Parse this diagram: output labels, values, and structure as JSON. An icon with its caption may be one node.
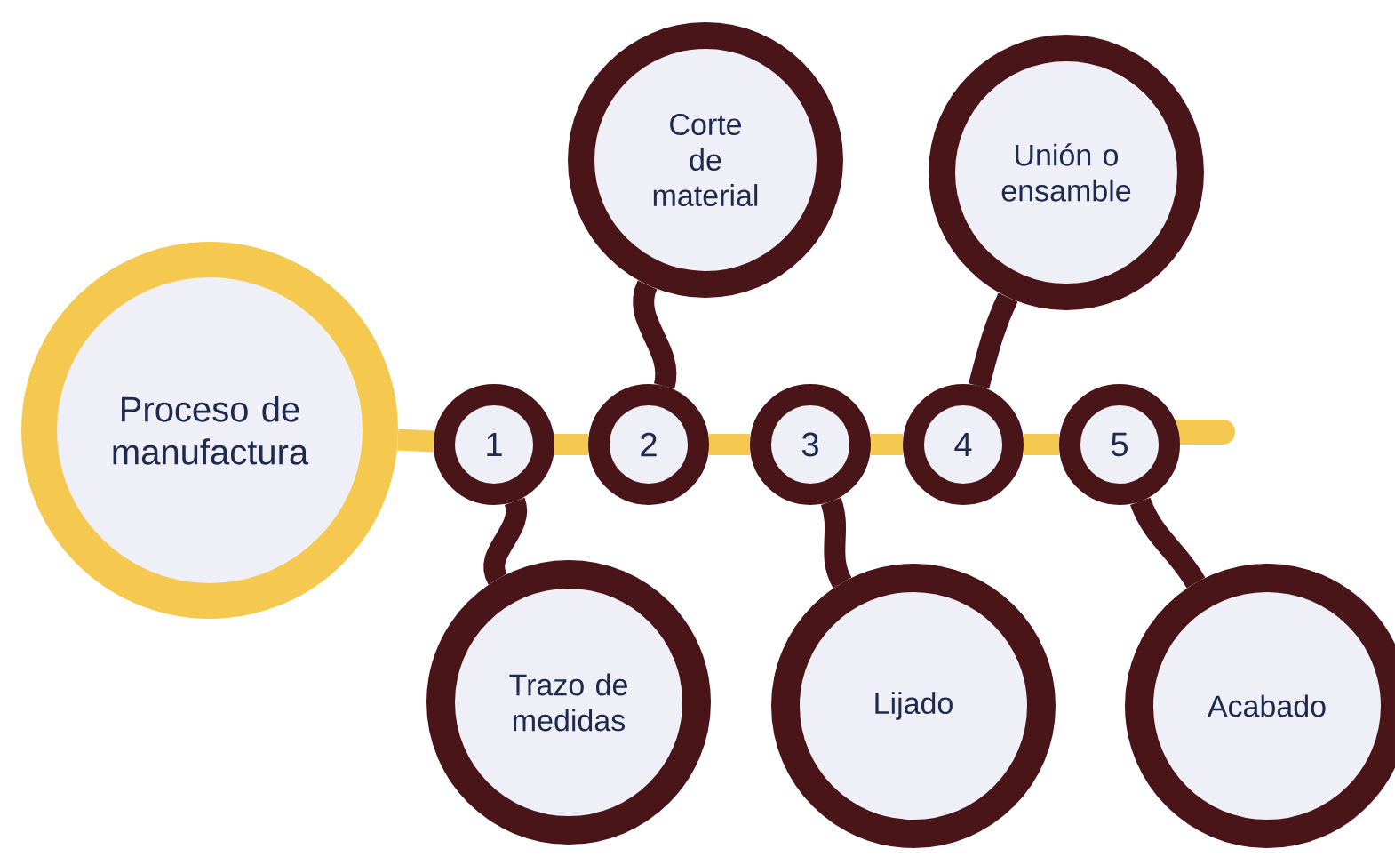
{
  "diagram": {
    "nodes": [
      {
        "text": [
          "Proceso de manufactura"
        ]
      },
      {
        "text": [
          "1"
        ]
      },
      {
        "text": [
          "2"
        ]
      },
      {
        "text": [
          "3"
        ]
      },
      {
        "text": [
          "4"
        ]
      },
      {
        "text": [
          "5"
        ]
      },
      {
        "text": [
          "Corte de material"
        ]
      },
      {
        "text": [
          "Unión o ensamble"
        ]
      },
      {
        "text": [
          "Trazo de medidas"
        ]
      },
      {
        "text": [
          "Lijado"
        ]
      },
      {
        "text": [
          "Acabado"
        ]
      }
    ],
    "edges": [
      {
        "from": 0,
        "to": 1,
        "arrow": "none",
        "color": "#f5c94f"
      },
      {
        "from": 1,
        "to": 2,
        "arrow": "none",
        "color": "#f5c94f"
      },
      {
        "from": 2,
        "to": 3,
        "arrow": "none",
        "color": "#f5c94f"
      },
      {
        "from": 3,
        "to": 4,
        "arrow": "none",
        "color": "#f5c94f"
      },
      {
        "from": 4,
        "to": 5,
        "arrow": "none",
        "color": "#f5c94f"
      },
      {
        "from": 1,
        "to": 8,
        "arrow": "none",
        "color": "#4a1518"
      },
      {
        "from": 2,
        "to": 6,
        "arrow": "none",
        "color": "#4a1518"
      },
      {
        "from": 3,
        "to": 9,
        "arrow": "none",
        "color": "#4a1518"
      },
      {
        "from": 4,
        "to": 7,
        "arrow": "none",
        "color": "#4a1518"
      },
      {
        "from": 5,
        "to": 10,
        "arrow": "none",
        "color": "#4a1518"
      }
    ]
  }
}
